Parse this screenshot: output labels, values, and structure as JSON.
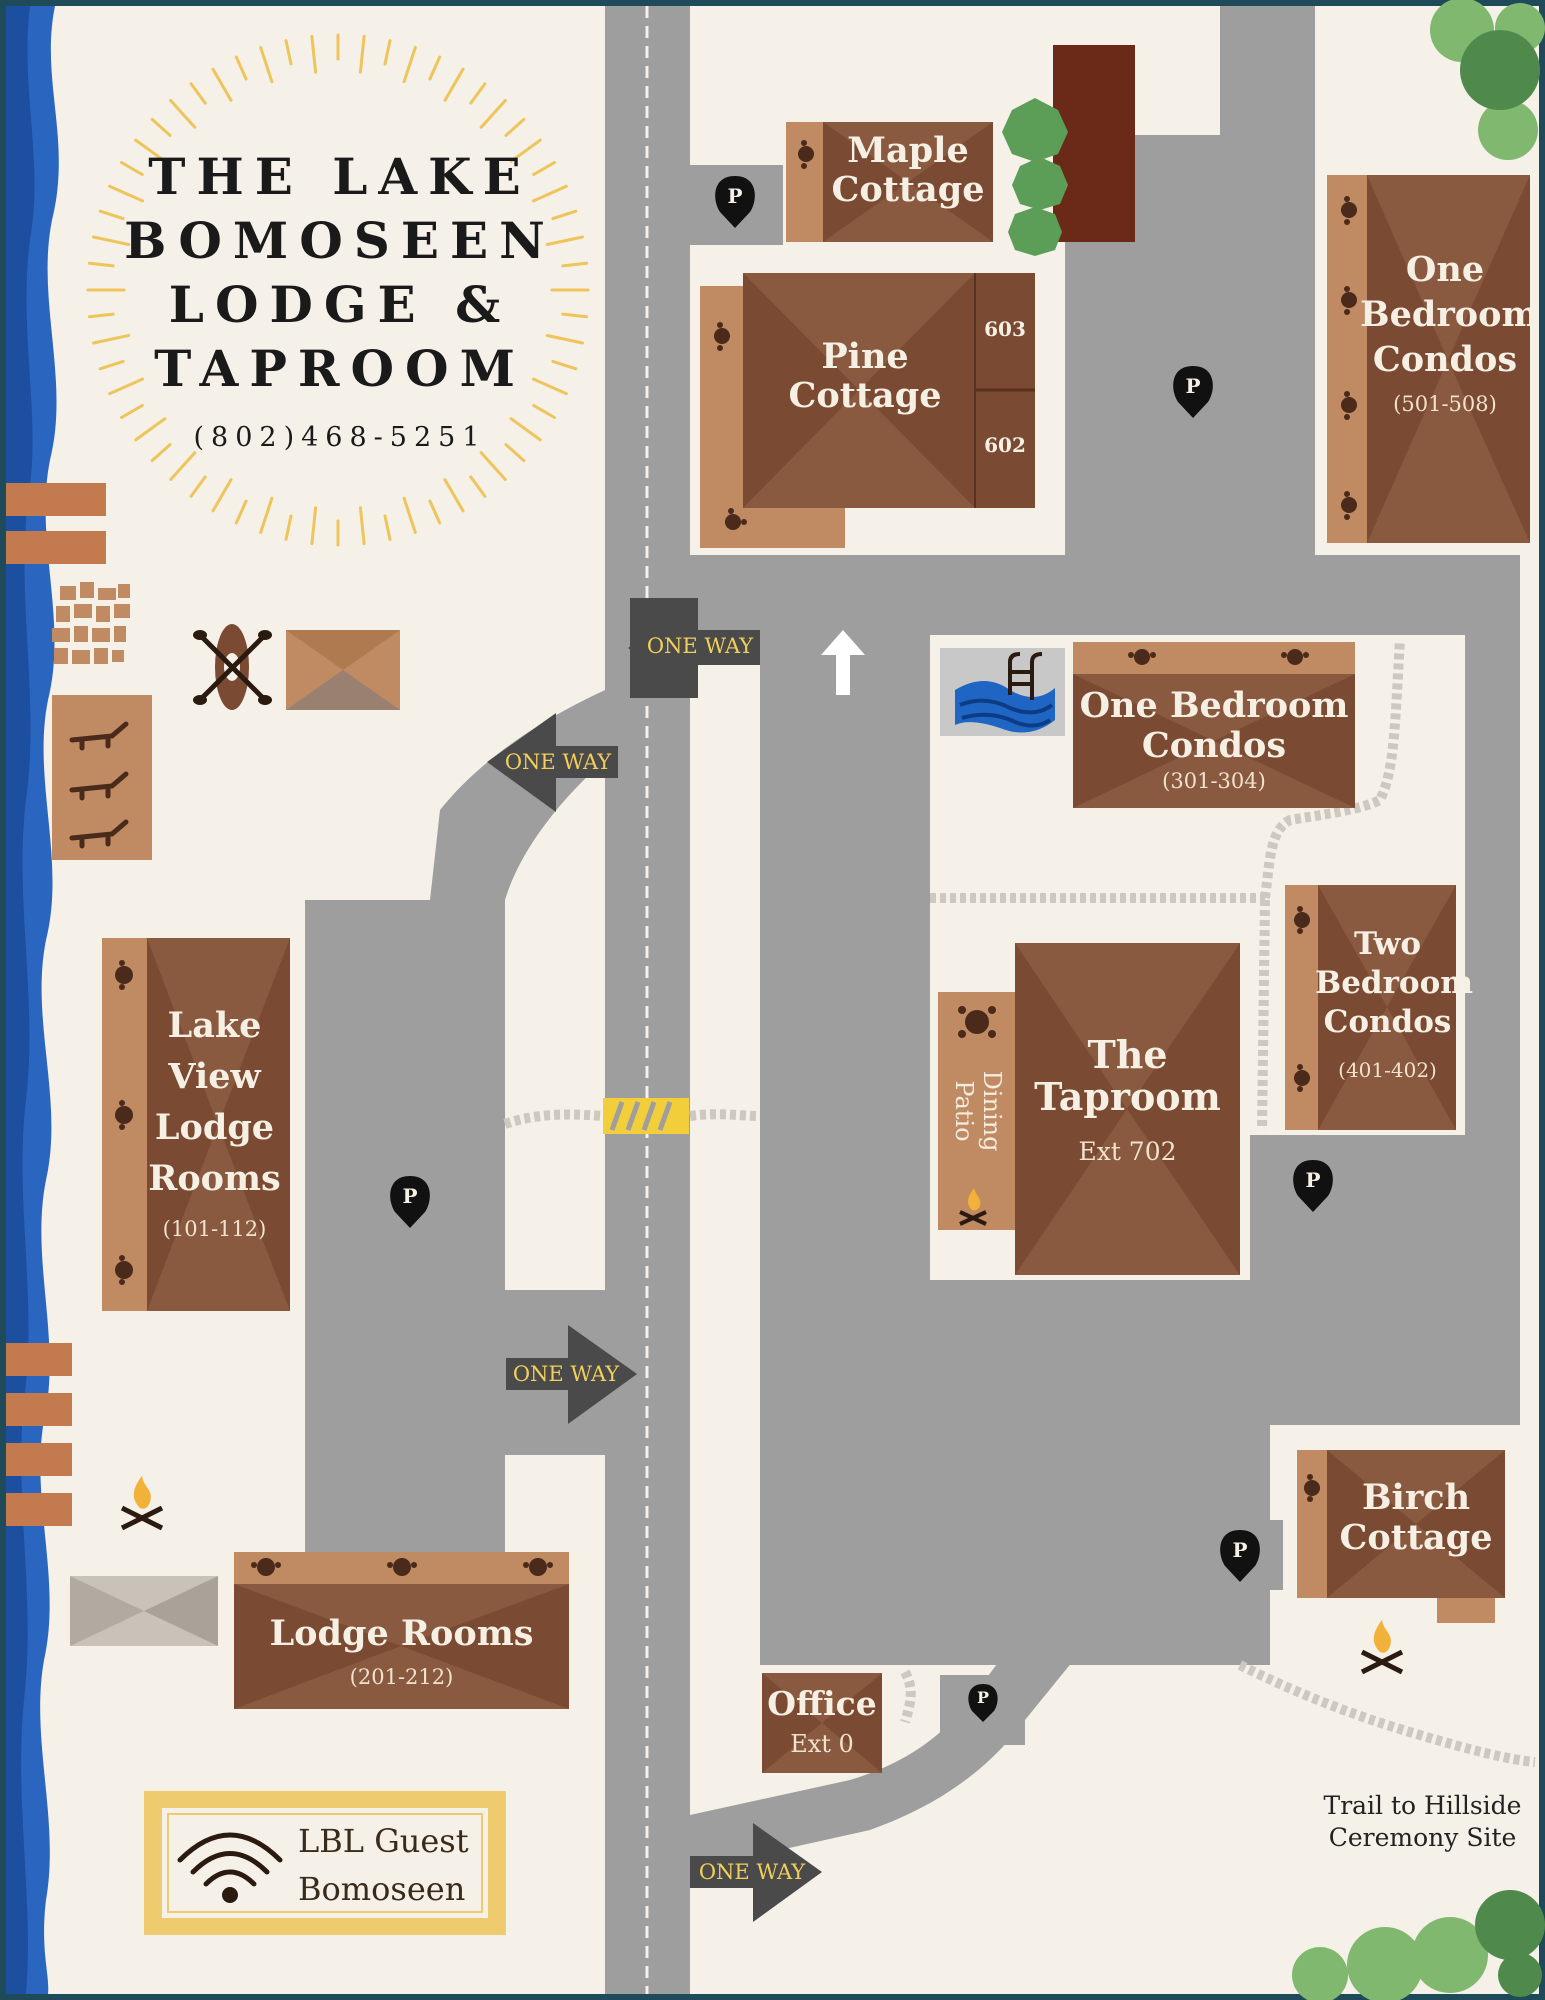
{
  "header": {
    "title_lines": [
      "THE LAKE",
      "BOMOSEEN",
      "LODGE &",
      "TAPROOM"
    ],
    "phone": "(802)468-5251"
  },
  "buildings": {
    "maple_cottage": {
      "name_lines": [
        "Maple",
        "Cottage"
      ]
    },
    "pine_cottage": {
      "name_lines": [
        "Pine",
        "Cottage"
      ],
      "unit_603": "603",
      "unit_602": "602"
    },
    "one_bedroom_condos_north": {
      "name_lines": [
        "One",
        "Bedroom",
        "Condos"
      ],
      "units": "(501-508)"
    },
    "one_bedroom_condos_pool": {
      "name_lines": [
        "One Bedroom",
        "Condos"
      ],
      "units": "(301-304)"
    },
    "two_bedroom_condos": {
      "name_lines": [
        "Two",
        "Bedroom",
        "Condos"
      ],
      "units": "(401-402)"
    },
    "taproom": {
      "name_lines": [
        "The",
        "Taproom"
      ],
      "ext": "Ext 702",
      "patio_lines": [
        "Dining",
        "Patio"
      ]
    },
    "lake_view_lodge_rooms": {
      "name_lines": [
        "Lake",
        "View",
        "Lodge",
        "Rooms"
      ],
      "units": "(101-112)"
    },
    "lodge_rooms": {
      "name": "Lodge Rooms",
      "units": "(201-212)"
    },
    "birch_cottage": {
      "name_lines": [
        "Birch",
        "Cottage"
      ]
    },
    "office": {
      "name": "Office",
      "ext": "Ext 0"
    }
  },
  "signs": {
    "one_way": "ONE WAY",
    "parking": "P"
  },
  "wifi": {
    "lines": [
      "LBL Guest",
      "Bomoseen"
    ]
  },
  "trail": {
    "lines": [
      "Trail to Hillside",
      "Ceremony Site"
    ]
  },
  "colors": {
    "background": "#f5f0e8",
    "road": "#9e9e9e",
    "lake": "#2a66c0",
    "building_dark": "#7a4a32",
    "building_light": "#c08a62",
    "sun_rays": "#eec55a",
    "one_way_text": "#f2cf5b",
    "tree": "#5c9e58",
    "frame": "#1f4a5a"
  }
}
